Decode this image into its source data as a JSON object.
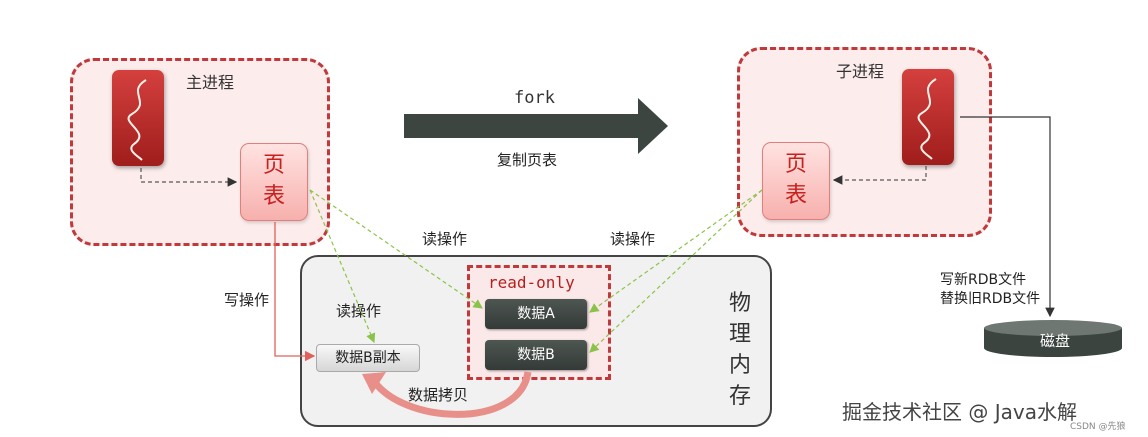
{
  "main_process": {
    "label": "主进程",
    "page_table": [
      "页",
      "表"
    ]
  },
  "child_process": {
    "label": "子进程",
    "page_table": [
      "页",
      "表"
    ]
  },
  "fork": {
    "top_label": "fork",
    "bottom_label": "复制页表"
  },
  "labels": {
    "read_op_left": "读操作",
    "read_op_right": "读操作",
    "read_op_inner": "读操作",
    "write_op": "写操作",
    "data_copy": "数据拷贝"
  },
  "memory": {
    "label_chars": [
      "物",
      "理",
      "内",
      "存"
    ],
    "read_only_label": "read-only",
    "data_a": "数据A",
    "data_b": "数据B",
    "data_b_copy": "数据B副本"
  },
  "disk": {
    "text_lines": [
      "写新RDB文件",
      "替换旧RDB文件"
    ],
    "label": "磁盘"
  },
  "watermark": "掘金技术社区 @ Java水解",
  "csdn_mark": "CSDN @先狼"
}
